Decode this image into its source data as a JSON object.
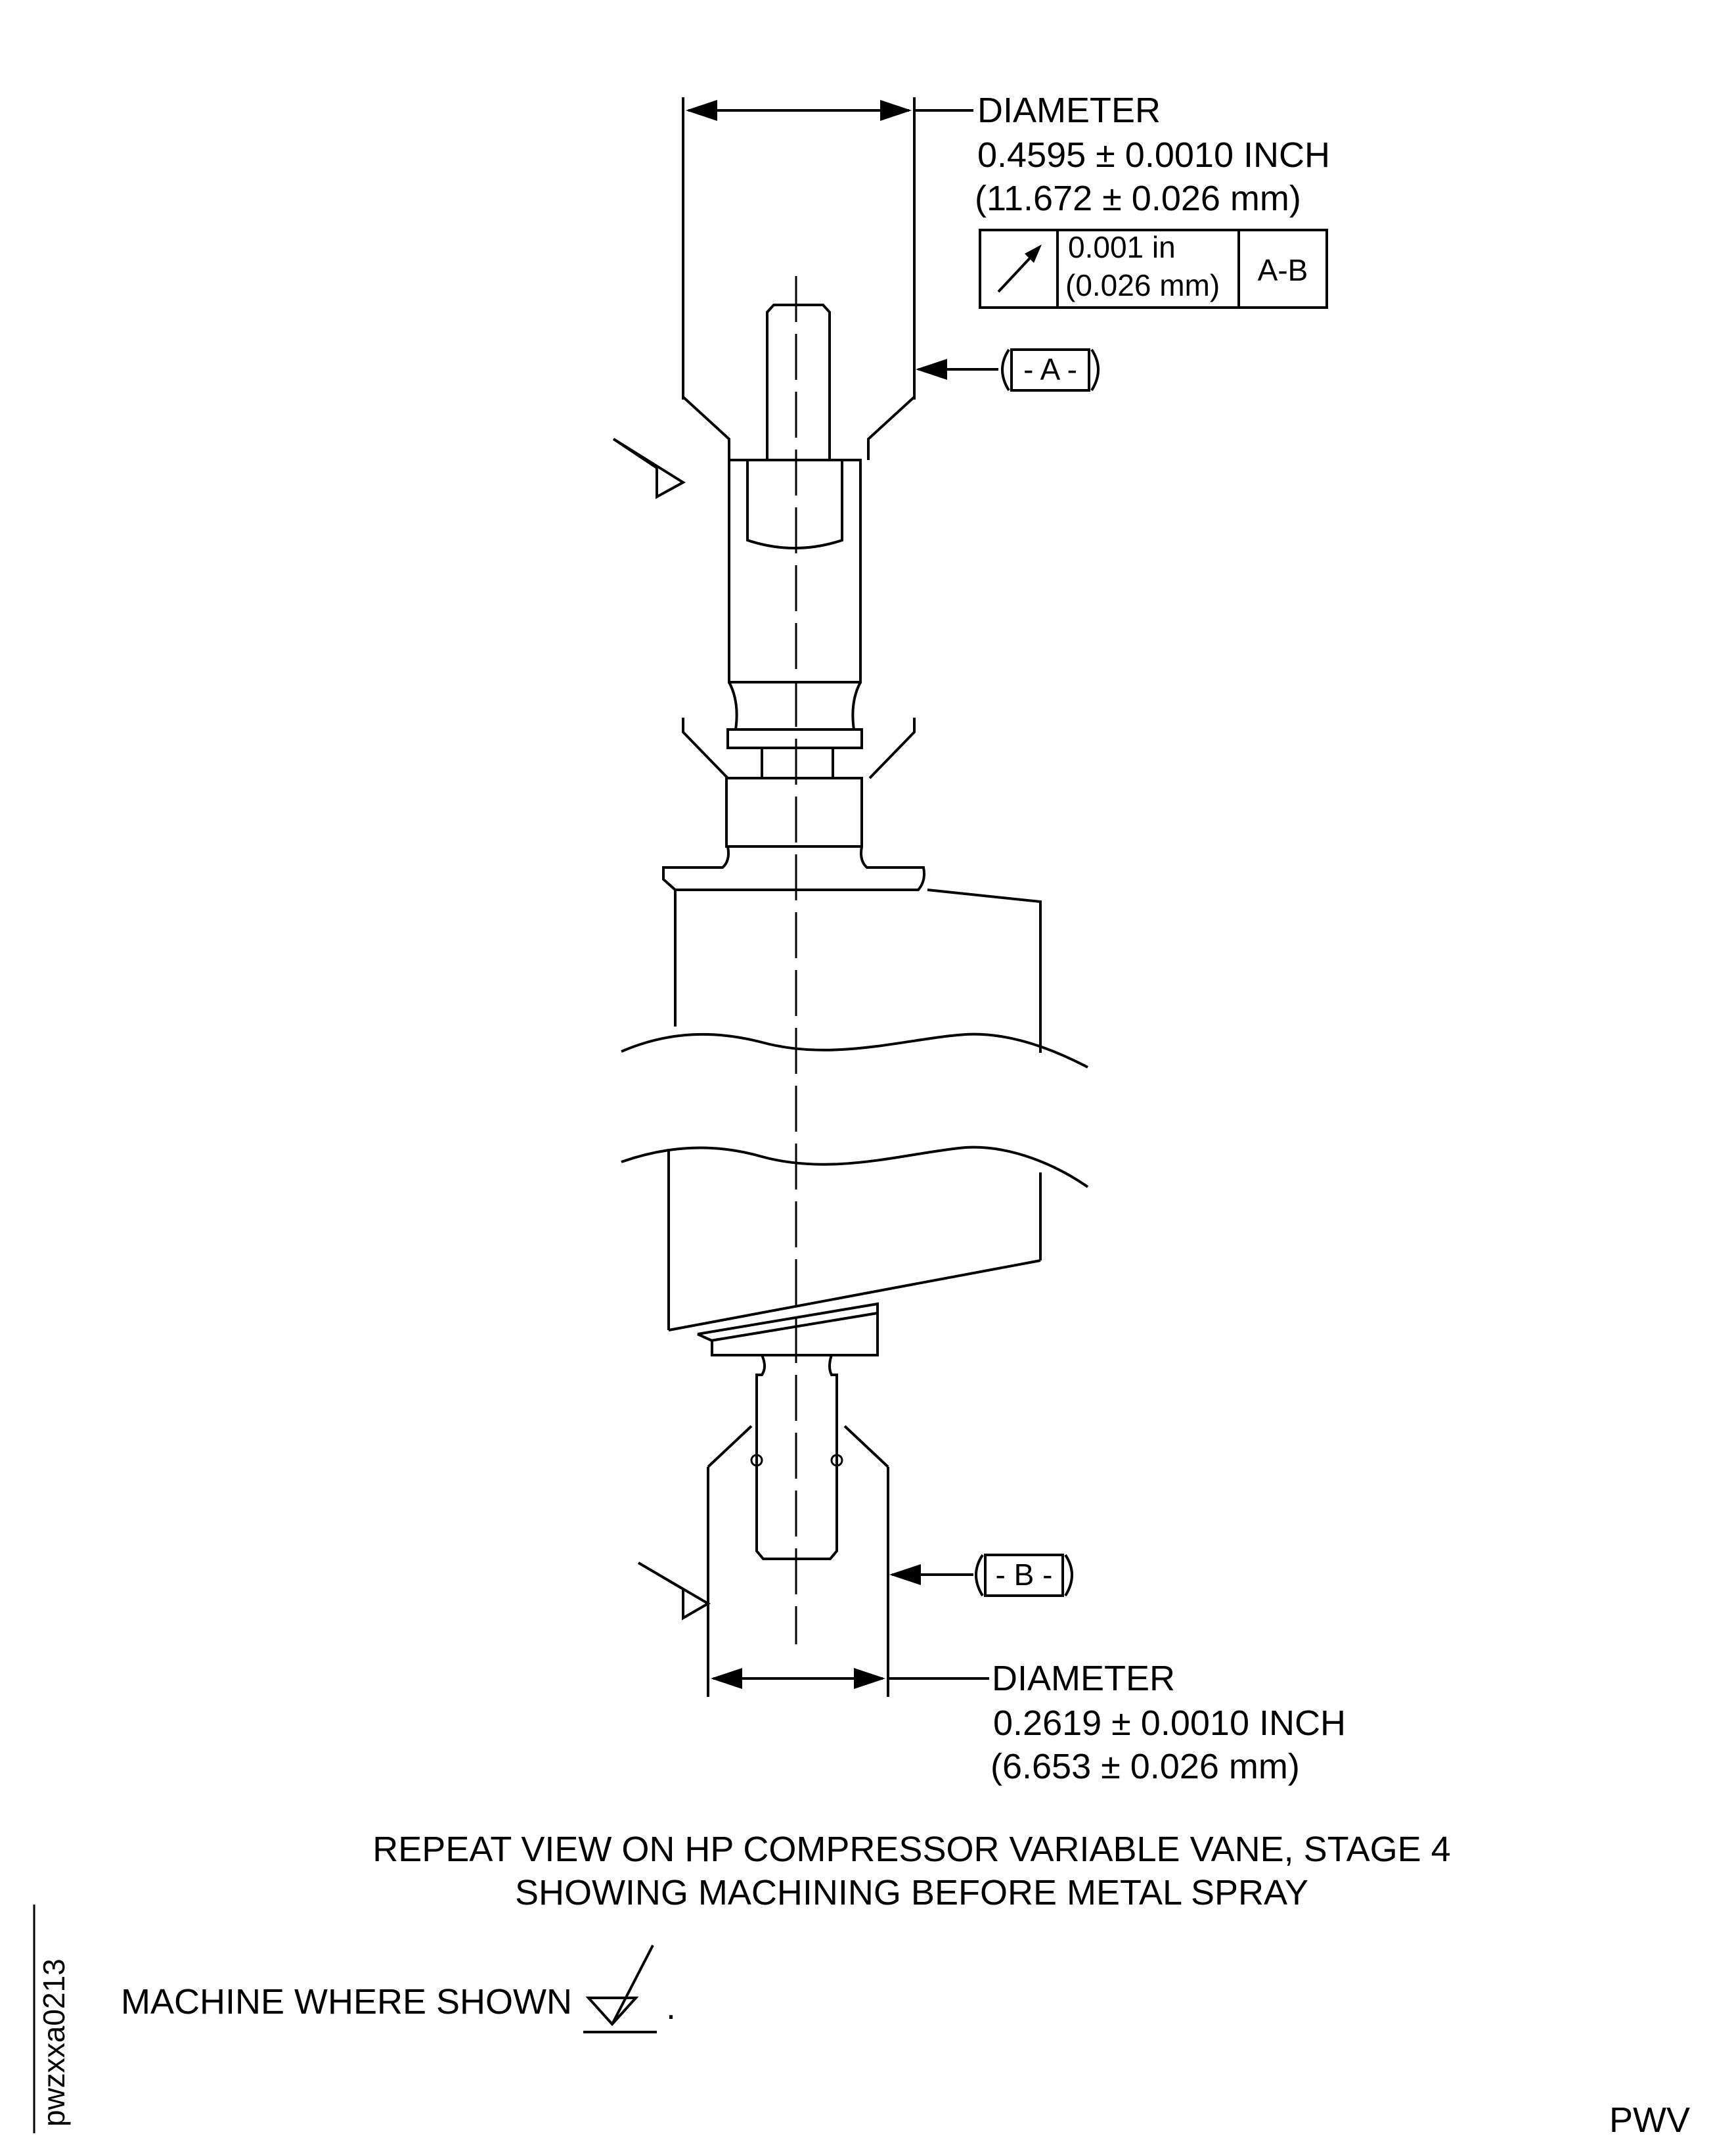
{
  "top_dimension": {
    "label": "DIAMETER",
    "inch": "0.4595 ± 0.0010 INCH",
    "mm": "(11.672 ± 0.026 mm)"
  },
  "feature_control_frame": {
    "symbol_icon": "runout-arrow-icon",
    "tol_in": "0.001 in",
    "tol_mm": "(0.026 mm)",
    "datum": "A-B"
  },
  "datum_a": "- A -",
  "datum_b": "- B -",
  "bottom_dimension": {
    "label": "DIAMETER",
    "inch": "0.2619 ± 0.0010 INCH",
    "mm": "(6.653 ± 0.026 mm)"
  },
  "caption": {
    "line1": "REPEAT VIEW ON HP COMPRESSOR VARIABLE VANE, STAGE 4",
    "line2": "SHOWING MACHINING BEFORE METAL SPRAY"
  },
  "legend": {
    "text": "MACHINE WHERE SHOWN",
    "symbol_icon": "machining-symbol-icon",
    "period": "."
  },
  "figure_id": "pwzxxa0213",
  "footer_code": "PWV"
}
